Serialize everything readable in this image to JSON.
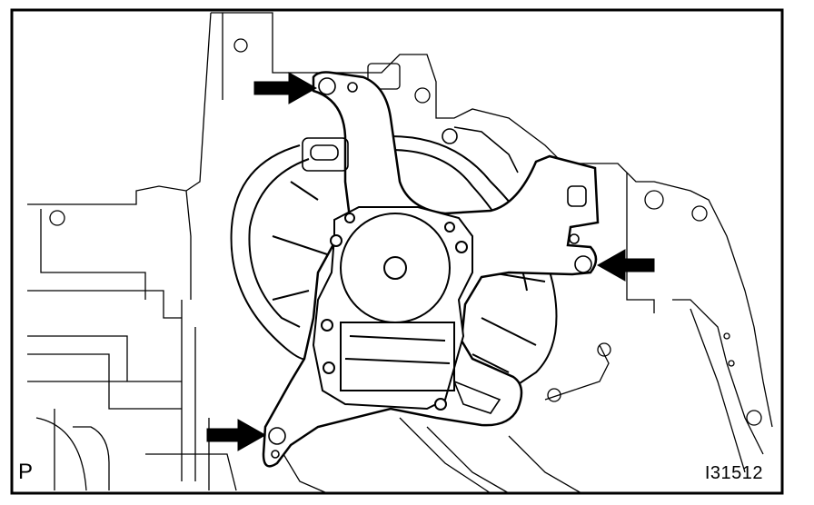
{
  "labels": {
    "corner_letter": "P",
    "figure_code": "I31512"
  },
  "callouts": [
    {
      "name": "top-screw-arrow",
      "direction": "right"
    },
    {
      "name": "right-screw-arrow",
      "direction": "left"
    },
    {
      "name": "bottom-screw-arrow",
      "direction": "right"
    }
  ],
  "colors": {
    "ink": "#000000",
    "paper": "#ffffff"
  }
}
